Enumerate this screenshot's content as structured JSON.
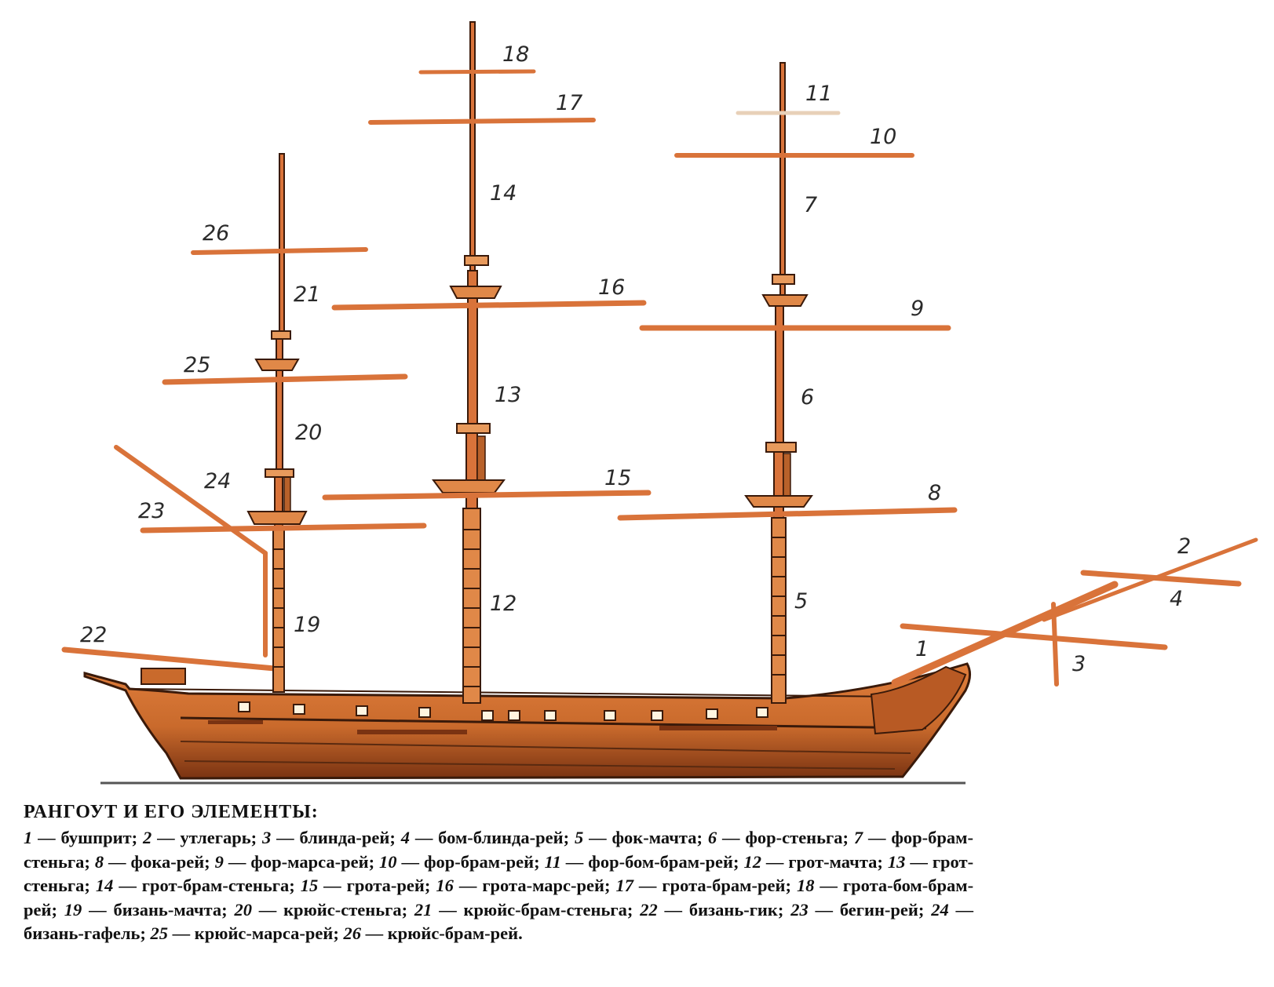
{
  "caption": {
    "title": "РАНГОУТ И ЕГО ЭЛЕМЕНТЫ:",
    "items": [
      {
        "n": "1",
        "name": "бушприт"
      },
      {
        "n": "2",
        "name": "утлегарь"
      },
      {
        "n": "3",
        "name": "блинда-рей"
      },
      {
        "n": "4",
        "name": "бом-блинда-рей"
      },
      {
        "n": "5",
        "name": "фок-мачта"
      },
      {
        "n": "6",
        "name": "фор-стеньга"
      },
      {
        "n": "7",
        "name": "фор-брам-стеньга"
      },
      {
        "n": "8",
        "name": "фока-рей"
      },
      {
        "n": "9",
        "name": "фор-марса-рей"
      },
      {
        "n": "10",
        "name": "фор-брам-рей"
      },
      {
        "n": "11",
        "name": "фор-бом-брам-рей"
      },
      {
        "n": "12",
        "name": "грот-мачта"
      },
      {
        "n": "13",
        "name": "грот-стеньга"
      },
      {
        "n": "14",
        "name": "грот-брам-стеньга"
      },
      {
        "n": "15",
        "name": "грота-рей"
      },
      {
        "n": "16",
        "name": "грота-марс-рей"
      },
      {
        "n": "17",
        "name": "грота-брам-рей"
      },
      {
        "n": "18",
        "name": "грота-бом-брам-рей"
      },
      {
        "n": "19",
        "name": "бизань-мачта"
      },
      {
        "n": "20",
        "name": "крюйс-стеньга"
      },
      {
        "n": "21",
        "name": "крюйс-брам-стеньга"
      },
      {
        "n": "22",
        "name": "бизань-гик"
      },
      {
        "n": "23",
        "name": "бегин-рей"
      },
      {
        "n": "24",
        "name": "бизань-гафель"
      },
      {
        "n": "25",
        "name": "крюйс-марса-рей"
      },
      {
        "n": "26",
        "name": "крюйс-брам-рей"
      }
    ]
  },
  "diagram_labels": [
    "1",
    "2",
    "3",
    "4",
    "5",
    "6",
    "7",
    "8",
    "9",
    "10",
    "11",
    "12",
    "13",
    "14",
    "15",
    "16",
    "17",
    "18",
    "19",
    "20",
    "21",
    "22",
    "23",
    "24",
    "25",
    "26"
  ],
  "colors": {
    "wood": "#d9733a",
    "wood_light": "#e89a5c",
    "hull_dark": "#8a3d18",
    "outline": "#3a1a0a",
    "text": "#2a2a2a"
  }
}
